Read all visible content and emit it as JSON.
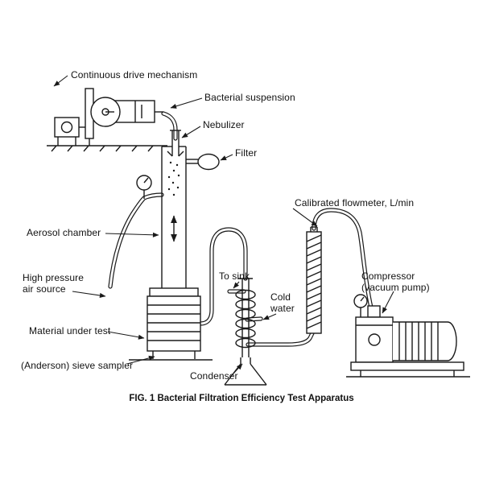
{
  "figure": {
    "caption": "FIG. 1 Bacterial Filtration Efficiency Test Apparatus"
  },
  "labels": {
    "continuous_drive": "Continuous drive mechanism",
    "bacterial_suspension": "Bacterial suspension",
    "nebulizer": "Nebulizer",
    "filter": "Filter",
    "aerosol_chamber": "Aerosol chamber",
    "high_pressure_air_source": "High pressure\nair source",
    "material_under_test": "Material under test",
    "anderson_sieve_sampler": "(Anderson) sieve sampler",
    "to_sink": "To sink",
    "cold_water": "Cold\nwater",
    "condenser": "Condenser",
    "calibrated_flowmeter": "Calibrated flowmeter, L/min",
    "compressor": "Compressor\n(vacuum pump)"
  },
  "colors": {
    "line": "#1a1a1a",
    "background": "#ffffff",
    "text": "#111111"
  }
}
